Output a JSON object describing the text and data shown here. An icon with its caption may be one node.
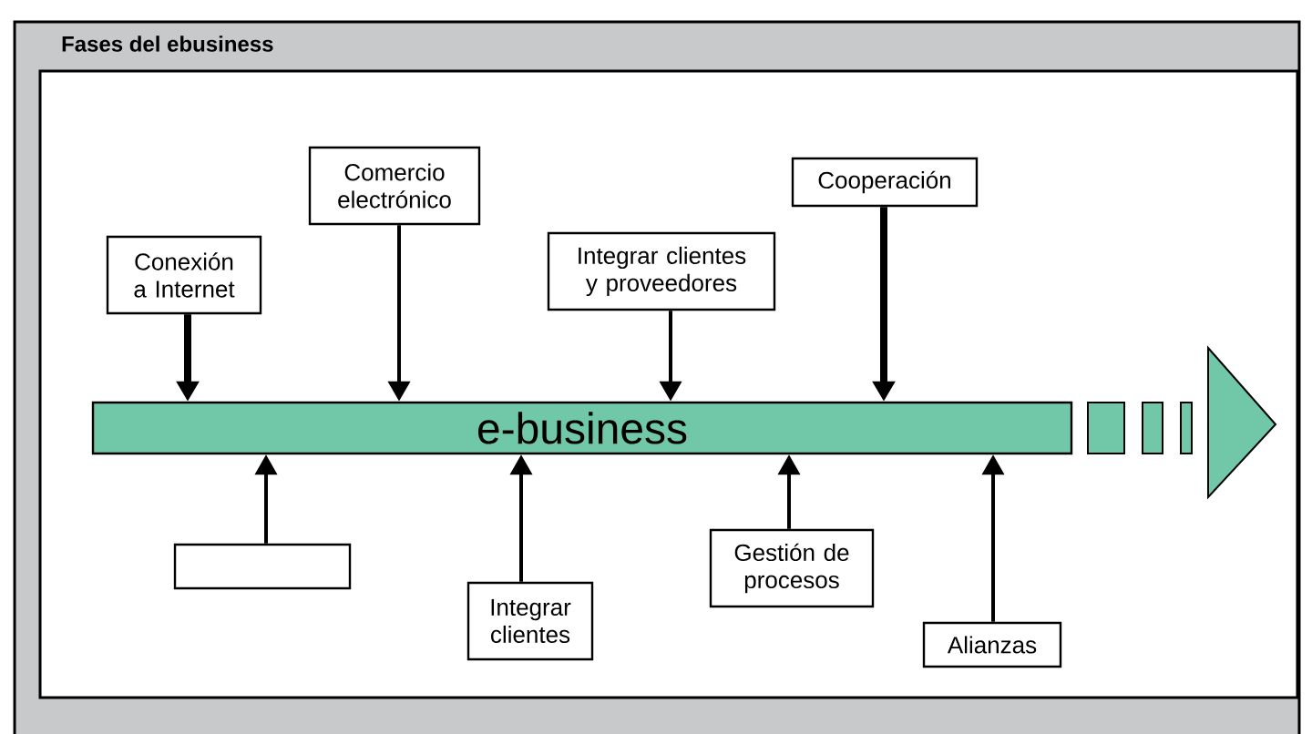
{
  "diagram": {
    "title": "Fases del ebusiness",
    "nodes": [
      {
        "text": [
          "Conexión a Internet"
        ]
      },
      {
        "text": [
          "Comercio electrónico"
        ]
      },
      {
        "text": [
          "Integrar clientes y proveedores"
        ]
      },
      {
        "text": [
          "Cooperación"
        ]
      },
      {
        "text": [
          "e-business"
        ]
      },
      {
        "text": [],
        "shape": "box"
      },
      {
        "text": [
          "Integrar clientes"
        ]
      },
      {
        "text": [
          "Gestión de procesos"
        ]
      },
      {
        "text": [
          "Alianzas"
        ]
      }
    ],
    "edges": [
      {
        "from": 0,
        "to": 4,
        "arrow": "to",
        "style": "thick"
      },
      {
        "from": 1,
        "to": 4,
        "arrow": "to"
      },
      {
        "from": 2,
        "to": 4,
        "arrow": "to"
      },
      {
        "from": 3,
        "to": 4,
        "arrow": "to",
        "style": "thick"
      },
      {
        "from": 5,
        "to": 4,
        "arrow": "to"
      },
      {
        "from": 6,
        "to": 4,
        "arrow": "to"
      },
      {
        "from": 7,
        "to": 4,
        "arrow": "to"
      },
      {
        "from": 8,
        "to": 4,
        "arrow": "to"
      }
    ]
  }
}
